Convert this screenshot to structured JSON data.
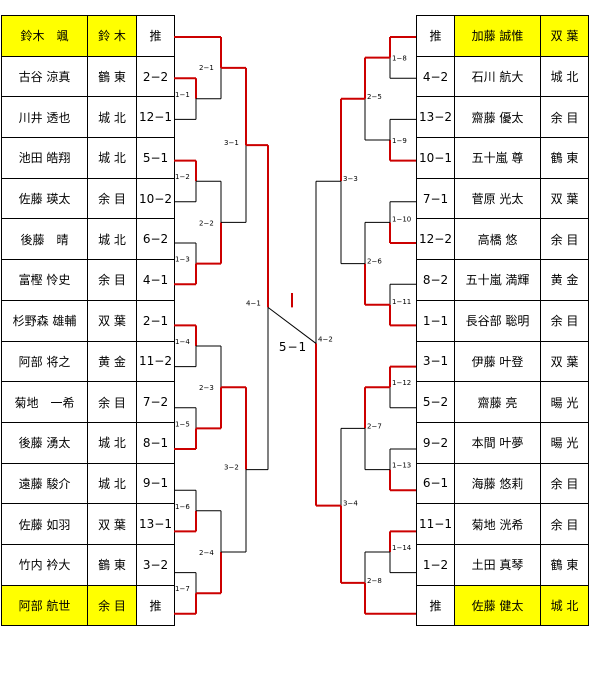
{
  "left_entries": [
    {
      "name": "鈴木　颯",
      "school": "鈴 木",
      "seed": "推",
      "highlight": true
    },
    {
      "name": "古谷 涼真",
      "school": "鶴 東",
      "seed": "2−2",
      "highlight": false
    },
    {
      "name": "川井 透也",
      "school": "城 北",
      "seed": "12−1",
      "highlight": false
    },
    {
      "name": "池田 皓翔",
      "school": "城 北",
      "seed": "5−1",
      "highlight": false
    },
    {
      "name": "佐藤 瑛太",
      "school": "余 目",
      "seed": "10−2",
      "highlight": false
    },
    {
      "name": "後藤　晴",
      "school": "城 北",
      "seed": "6−2",
      "highlight": false
    },
    {
      "name": "富樫 怜史",
      "school": "余 目",
      "seed": "4−1",
      "highlight": false
    },
    {
      "name": "杉野森 雄輔",
      "school": "双 葉",
      "seed": "2−1",
      "highlight": false
    },
    {
      "name": "阿部 将之",
      "school": "黄 金",
      "seed": "11−2",
      "highlight": false
    },
    {
      "name": "菊地　一希",
      "school": "余 目",
      "seed": "7−2",
      "highlight": false
    },
    {
      "name": "後藤 湧太",
      "school": "城 北",
      "seed": "8−1",
      "highlight": false
    },
    {
      "name": "遠藤 駿介",
      "school": "城 北",
      "seed": "9−1",
      "highlight": false
    },
    {
      "name": "佐藤 如羽",
      "school": "双 葉",
      "seed": "13−1",
      "highlight": false
    },
    {
      "name": "竹内 衿大",
      "school": "鶴 東",
      "seed": "3−2",
      "highlight": false
    },
    {
      "name": "阿部 航世",
      "school": "余 目",
      "seed": "推",
      "highlight": true
    }
  ],
  "right_entries": [
    {
      "seed": "推",
      "name": "加藤 誠惟",
      "school": "双 葉",
      "highlight": true
    },
    {
      "seed": "4−2",
      "name": "石川 航大",
      "school": "城 北",
      "highlight": false
    },
    {
      "seed": "13−2",
      "name": "齋藤 優太",
      "school": "余 目",
      "highlight": false
    },
    {
      "seed": "10−1",
      "name": "五十嵐 尊",
      "school": "鶴 東",
      "highlight": false
    },
    {
      "seed": "7−1",
      "name": "菅原 光太",
      "school": "双 葉",
      "highlight": false
    },
    {
      "seed": "12−2",
      "name": "高橋 悠",
      "school": "余 目",
      "highlight": false
    },
    {
      "seed": "8−2",
      "name": "五十嵐 満輝",
      "school": "黄 金",
      "highlight": false
    },
    {
      "seed": "1−1",
      "name": "長谷部 聡明",
      "school": "余 目",
      "highlight": false
    },
    {
      "seed": "3−1",
      "name": "伊藤 叶登",
      "school": "双 葉",
      "highlight": false
    },
    {
      "seed": "5−2",
      "name": "齋藤 亮",
      "school": "暘 光",
      "highlight": false
    },
    {
      "seed": "9−2",
      "name": "本間 叶夢",
      "school": "暘 光",
      "highlight": false
    },
    {
      "seed": "6−1",
      "name": "海藤 悠莉",
      "school": "余 目",
      "highlight": false
    },
    {
      "seed": "11−1",
      "name": "菊地 洸希",
      "school": "余 目",
      "highlight": false
    },
    {
      "seed": "1−2",
      "name": "土田 真琴",
      "school": "鶴 東",
      "highlight": false
    },
    {
      "seed": "推",
      "name": "佐藤 健太",
      "school": "城 北",
      "highlight": true
    }
  ],
  "match_labels": {
    "l_1_1": "1−1",
    "l_1_2": "1−2",
    "l_1_3": "1−3",
    "l_1_4": "1−4",
    "l_1_5": "1−5",
    "l_1_6": "1−6",
    "l_1_7": "1−7",
    "l_2_1": "2−1",
    "l_2_2": "2−2",
    "l_2_3": "2−3",
    "l_2_4": "2−4",
    "l_3_1": "3−1",
    "l_3_2": "3−2",
    "l_4_1": "4−1",
    "r_1_8": "1−8",
    "r_1_9": "1−9",
    "r_1_10": "1−10",
    "r_1_11": "1−11",
    "r_1_12": "1−12",
    "r_1_13": "1−13",
    "r_1_14": "1−14",
    "r_2_5": "2−5",
    "r_2_6": "2−6",
    "r_2_7": "2−7",
    "r_2_8": "2−8",
    "r_3_3": "3−3",
    "r_3_4": "3−4",
    "r_4_2": "4−2"
  },
  "final_label": "5−1",
  "colors": {
    "winner_line": "#cc0000",
    "line": "#000000",
    "highlight": "#ffff00"
  }
}
